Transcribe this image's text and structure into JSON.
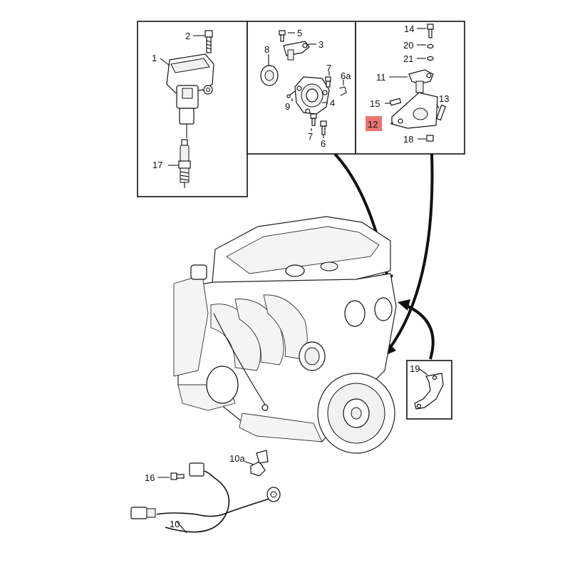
{
  "highlight_color": "#e85a5a",
  "callouts": {
    "c1": "1",
    "c2": "2",
    "c3": "3",
    "c4": "4",
    "c5": "5",
    "c6": "6",
    "c6a": "6a",
    "c7a": "7",
    "c7b": "7",
    "c8": "8",
    "c9": "9",
    "c10": "10",
    "c10a": "10a",
    "c11": "11",
    "c12": "12",
    "c13": "13",
    "c14": "14",
    "c15": "15",
    "c16": "16",
    "c17": "17",
    "c18": "18",
    "c19": "19",
    "c20": "20",
    "c21": "21"
  }
}
